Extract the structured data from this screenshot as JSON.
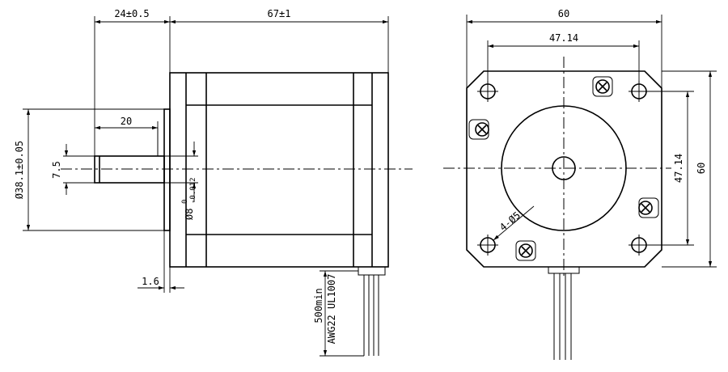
{
  "side_view": {
    "shaft_length": "24±0.5",
    "body_length": "67±1",
    "flat_length": "20",
    "pilot_diameter": "Ø38.1±0.05",
    "flat_depth": "7.5",
    "shaft_diameter_main": "Ø8",
    "shaft_tol_upper": "0",
    "shaft_tol_lower": "-0.012",
    "pilot_thickness": "1.6",
    "lead_length": "500min",
    "lead_spec": "AWG22 UL1007"
  },
  "front_view": {
    "width": "60",
    "hole_spacing_h": "47.14",
    "hole_spacing_v": "47.14",
    "height": "60",
    "holes": "4-Ø5"
  }
}
